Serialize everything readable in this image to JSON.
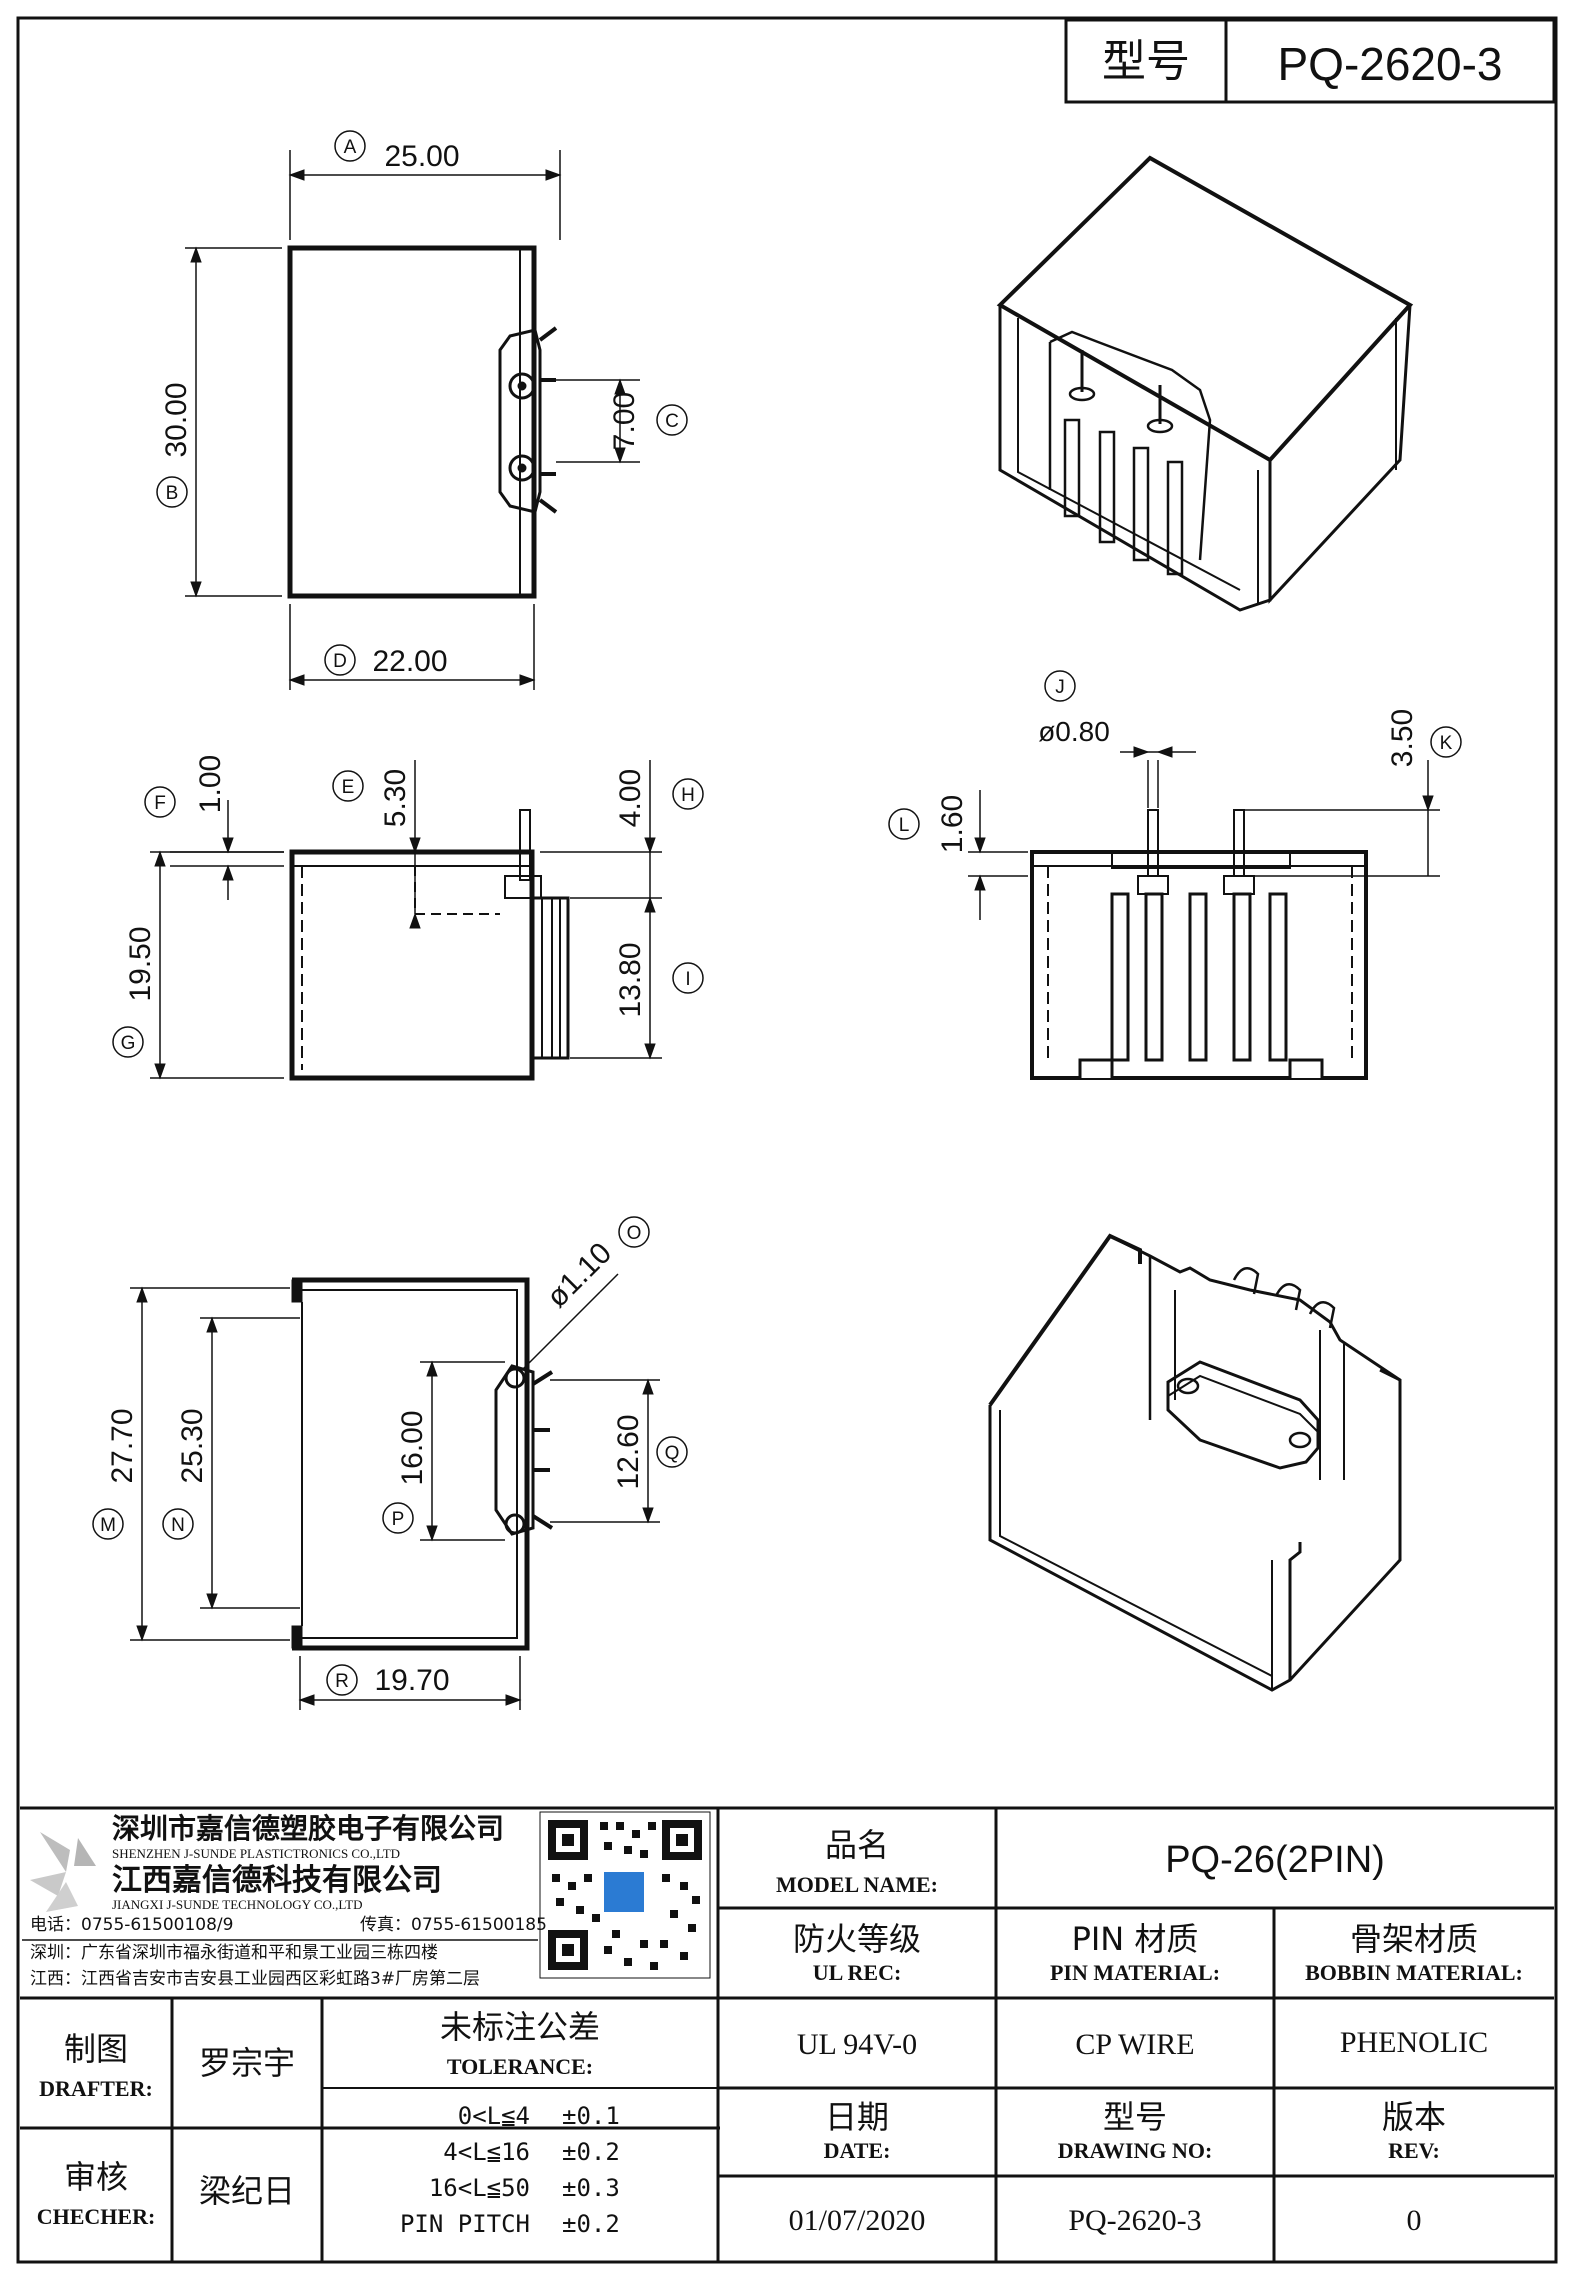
{
  "header": {
    "model_label": "型号",
    "model_value": "PQ-2620-3"
  },
  "dimensions": {
    "A": {
      "letter": "A",
      "value": "25.00"
    },
    "B": {
      "letter": "B",
      "value": "30.00"
    },
    "C": {
      "letter": "C",
      "value": "7.00"
    },
    "D": {
      "letter": "D",
      "value": "22.00"
    },
    "E": {
      "letter": "E",
      "value": "5.30"
    },
    "F": {
      "letter": "F",
      "value": "1.00"
    },
    "G": {
      "letter": "G",
      "value": "19.50"
    },
    "H": {
      "letter": "H",
      "value": "4.00"
    },
    "I": {
      "letter": "I",
      "value": "13.80"
    },
    "J": {
      "letter": "J",
      "value": "ø0.80"
    },
    "K": {
      "letter": "K",
      "value": "3.50"
    },
    "L": {
      "letter": "L",
      "value": "1.60"
    },
    "M": {
      "letter": "M",
      "value": "27.70"
    },
    "N": {
      "letter": "N",
      "value": "25.30"
    },
    "O": {
      "letter": "O",
      "value": "ø1.10"
    },
    "P": {
      "letter": "P",
      "value": "16.00"
    },
    "Q": {
      "letter": "Q",
      "value": "12.60"
    },
    "R": {
      "letter": "R",
      "value": "19.70"
    }
  },
  "company": {
    "name_sz": "深圳市嘉信德塑胶电子有限公司",
    "name_sz_en": "SHENZHEN J-SUNDE PLASTICTRONICS CO.,LTD",
    "name_jx": "江西嘉信德科技有限公司",
    "name_jx_en": "JIANGXI J-SUNDE TECHNOLOGY CO.,LTD",
    "phone": "电话：0755-61500108/9",
    "fax": "传真：0755-61500185",
    "addr_sz": "深圳：广东省深圳市福永街道和平和景工业园三栋四楼",
    "addr_jx": "江西：江西省吉安市吉安县工业园西区彩虹路3#厂房第二层"
  },
  "title_block": {
    "model_name_cn": "品名",
    "model_name_en": "MODEL NAME:",
    "model_name_value": "PQ-26(2PIN)",
    "ul_cn": "防火等级",
    "ul_en": "UL REC:",
    "ul_value": "UL 94V-0",
    "pin_cn": "PIN 材质",
    "pin_en": "PIN MATERIAL:",
    "pin_value": "CP WIRE",
    "bobbin_cn": "骨架材质",
    "bobbin_en": "BOBBIN MATERIAL:",
    "bobbin_value": "PHENOLIC",
    "drafter_cn": "制图",
    "drafter_en": "DRAFTER:",
    "drafter_name": "罗宗宇",
    "checker_cn": "审核",
    "checker_en": "CHECHER:",
    "checker_name": "梁纪日",
    "tolerance_cn": "未标注公差",
    "tolerance_en": "TOLERANCE:",
    "tolerances": [
      {
        "range": "0<L≦4",
        "value": "±0.1"
      },
      {
        "range": "4<L≦16",
        "value": "±0.2"
      },
      {
        "range": "16<L≦50",
        "value": "±0.3"
      },
      {
        "range": "PIN PITCH",
        "value": "±0.2"
      }
    ],
    "date_cn": "日期",
    "date_en": "DATE:",
    "date_value": "01/07/2020",
    "drawing_cn": "型号",
    "drawing_en": "DRAWING NO:",
    "drawing_value": "PQ-2620-3",
    "rev_cn": "版本",
    "rev_en": "REV:",
    "rev_value": "0"
  }
}
